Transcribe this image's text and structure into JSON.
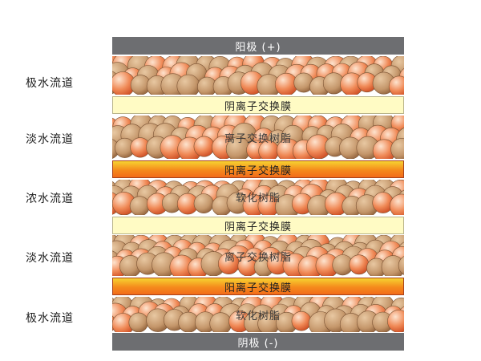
{
  "electrodes": {
    "anode": "阳极 (+)",
    "cathode": "阴极 (-)"
  },
  "channels": [
    "极水流道",
    "淡水流道",
    "浓水流道",
    "淡水流道",
    "极水流道"
  ],
  "membranes": [
    "阴离子交换膜",
    "阳离子交换膜",
    "阴离子交换膜",
    "阳离子交换膜"
  ],
  "resins": {
    "ion_exchange": "离子交换树脂",
    "softening": "软化树脂"
  },
  "colors": {
    "electrode": "#6d6e71",
    "anion_membrane": "#fffbc4",
    "cation_membrane": "#f58a1c",
    "tan_bead": "#c4966a",
    "orange_bead": "#f08a57"
  }
}
